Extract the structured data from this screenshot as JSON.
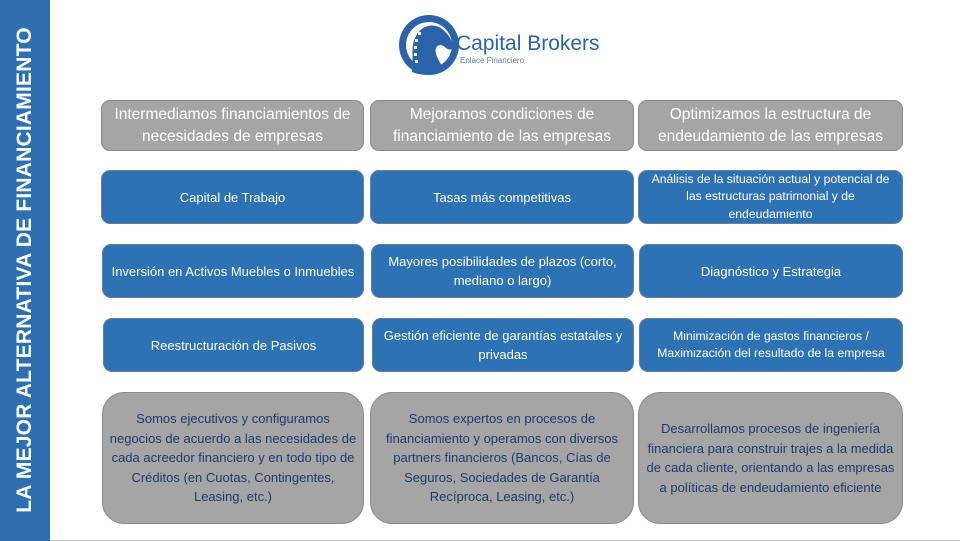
{
  "sidebar": {
    "title": "LA MEJOR ALTERNATIVA DE FINANCIAMIENTO"
  },
  "logo": {
    "name": "Capital Brokers",
    "tagline": "Enlace Financiero",
    "icon": "horse-head-icon"
  },
  "colors": {
    "sidebar": "#2e6fb0",
    "blue_box": "#2e72b6",
    "gray_box": "#a5a5a5",
    "desc_text": "#1f3a6e"
  },
  "columns": [
    {
      "header": "Intermediamos financiamientos de necesidades de empresas",
      "items": [
        "Capital de Trabajo",
        "Inversión en Activos Muebles o Inmuebles",
        "Reestructuración de Pasivos"
      ],
      "description": "Somos ejecutivos y configuramos negocios de acuerdo a las necesidades de cada acreedor financiero y en todo tipo de Créditos (en Cuotas, Contingentes, Leasing, etc.)"
    },
    {
      "header": "Mejoramos condiciones de financiamiento de las empresas",
      "items": [
        "Tasas más competitivas",
        "Mayores posibilidades de plazos (corto, mediano o largo)",
        "Gestión eficiente de garantías estatales y privadas"
      ],
      "description": "Somos expertos en procesos de financiamiento y operamos con diversos partners financieros (Bancos, Cías de Seguros, Sociedades de Garantía Recíproca, Leasing, etc.)"
    },
    {
      "header": "Optimizamos la estructura de endeudamiento de las empresas",
      "items": [
        "Análisis de la situación actual y potencial de las estructuras patrimonial y de endeudamiento",
        "Diagnóstico y Estrategia",
        "Minimización de gastos financieros / Maximización del resultado de la empresa"
      ],
      "description": "Desarrollamos procesos de ingeniería financiera para construir trajes a la medida de cada cliente, orientando a las empresas a políticas de endeudamiento eficiente"
    }
  ]
}
